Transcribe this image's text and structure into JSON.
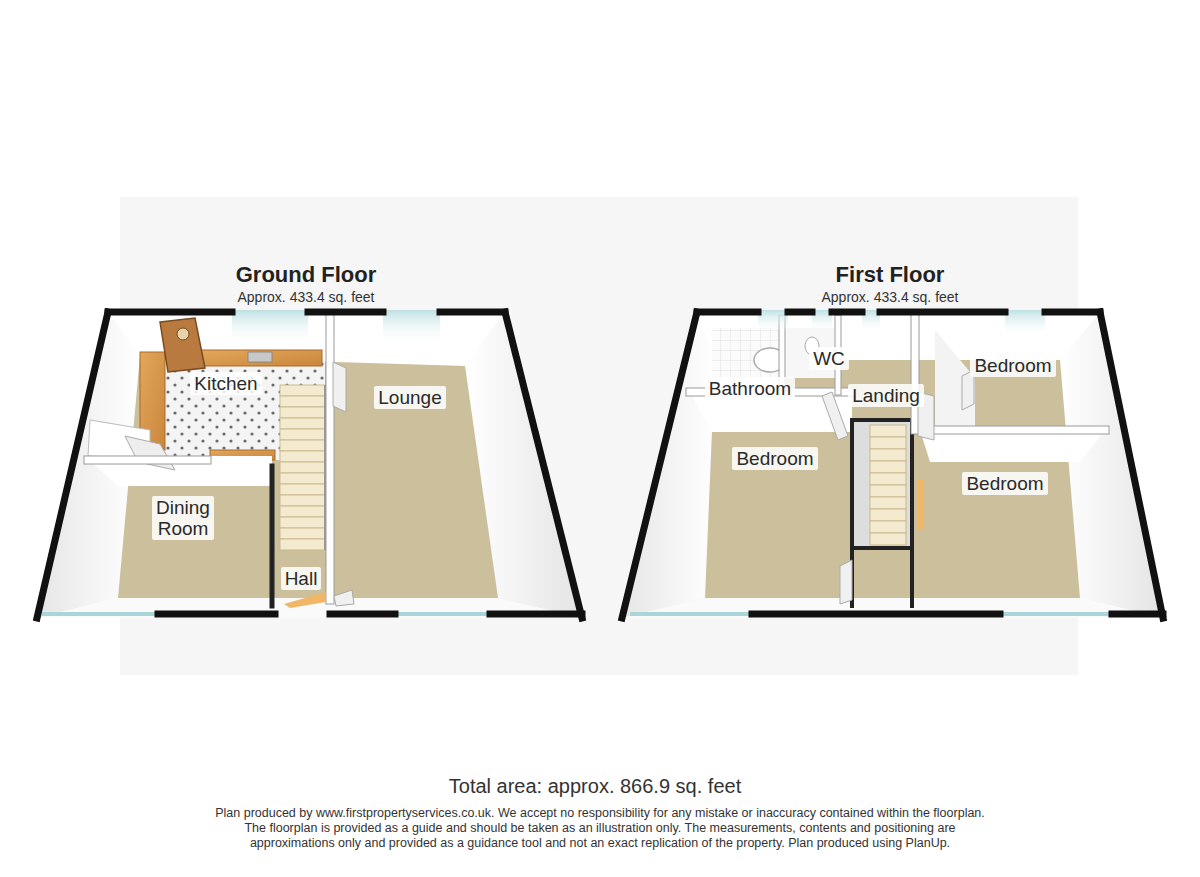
{
  "diagram": {
    "caption": "Total area: approx. 866.9 sq. feet",
    "nodes": [
      {
        "text": [
          "Ground Floor",
          "Approx. 433.4 sq. feet"
        ]
      },
      {
        "text": [
          "Kitchen"
        ],
        "in": 0
      },
      {
        "text": [
          "Lounge"
        ],
        "in": 0
      },
      {
        "text": [
          "Dining Room"
        ],
        "in": 0
      },
      {
        "text": [
          "Hall"
        ],
        "in": 0
      },
      {
        "text": [
          "First Floor",
          "Approx. 433.4 sq. feet"
        ]
      },
      {
        "text": [
          "Bathroom"
        ],
        "in": 5
      },
      {
        "text": [
          "WC"
        ],
        "in": 5
      },
      {
        "text": [
          "Landing"
        ],
        "in": 5
      },
      {
        "text": [
          "Bedroom"
        ],
        "in": 5
      },
      {
        "text": [
          "Bedroom"
        ],
        "in": 5
      },
      {
        "text": [
          "Bedroom"
        ],
        "in": 5
      }
    ],
    "labels": [
      "Plan produced by www.firstpropertyservices.co.uk. We accept no responsibility for any mistake or inaccuracy contained within the floorplan. The floorplan is provided as a guide and should be taken as an illustration only. The measurements, contents and positioning are approximations only and provided as a guidance tool and not an exact replication of the property. Plan produced using PlanUp."
    ]
  }
}
